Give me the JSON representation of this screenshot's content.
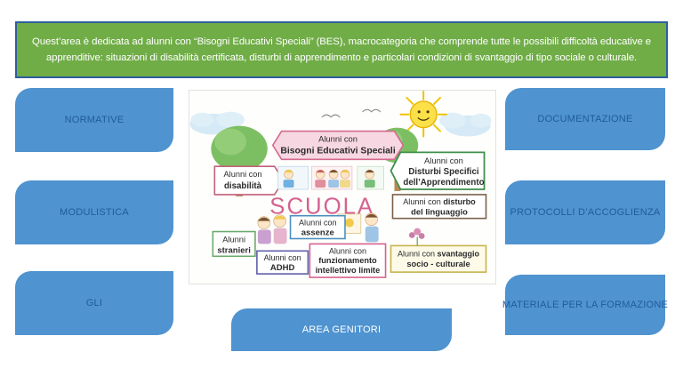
{
  "header": {
    "text": "Quest’area è dedicata ad alunni con “Bisogni Educativi Speciali” (BES), macrocategoria che comprende tutte le possibili difficoltà educative e apprenditive: situazioni di disabilità certificata, disturbi di apprendimento e particolari condizioni di svantaggio di tipo sociale o culturale.",
    "fill_color": "#70ad47",
    "border_color": "#2e5f9e",
    "text_color": "#ffffff"
  },
  "buttons": {
    "fill_color": "#4f93d0",
    "outline_color": "#71ad47",
    "label_color": "#1f5c9e",
    "left_column": [
      {
        "id": "normative",
        "label": "NORMATIVE"
      },
      {
        "id": "modulistica",
        "label": "MODULISTICA"
      },
      {
        "id": "gli",
        "label": "GLI"
      }
    ],
    "right_column": [
      {
        "id": "documentazione",
        "label": "DOCUMENTAZIONE"
      },
      {
        "id": "protocolli",
        "label": "PROTOCOLLI D’ACCOGLIENZA"
      },
      {
        "id": "materiale",
        "label": "MATERIALE PER LA FORMAZIONE"
      }
    ],
    "bottom": {
      "id": "area-genitori",
      "label": "AREA GENITORI",
      "label_color": "#ffffff"
    }
  },
  "diagram": {
    "title": "SCUOLA",
    "title_color": "#d4618f",
    "top_label": "Alunni con\nBisogni Educativi Speciali",
    "labels": [
      {
        "id": "disabilita",
        "text": "Alunni con\ndisabilità",
        "border_color": "#c96a7a"
      },
      {
        "id": "dsa",
        "text": "Alunni con\nDisturbi Specifici\ndell’Apprendimento",
        "border_color": "#4d8f4d"
      },
      {
        "id": "linguaggio",
        "text": "Alunni con disturbo\ndel linguaggio",
        "border_color": "#7a5f4a"
      },
      {
        "id": "stranieri",
        "text": "Alunni\nstranieri",
        "border_color": "#6aa96a"
      },
      {
        "id": "assenze",
        "text": "Alunni con\nassenze",
        "border_color": "#4a8fc0"
      },
      {
        "id": "adhd",
        "text": "Alunni con\nADHD",
        "border_color": "#5f5fa8"
      },
      {
        "id": "funzionamento",
        "text": "Alunni con\nfunzionamento\nintellettivo limite",
        "border_color": "#d4618f"
      },
      {
        "id": "svantaggio",
        "text": "Alunni con svantaggio\nsocio - culturale",
        "border_color": "#c7b24a"
      }
    ]
  }
}
